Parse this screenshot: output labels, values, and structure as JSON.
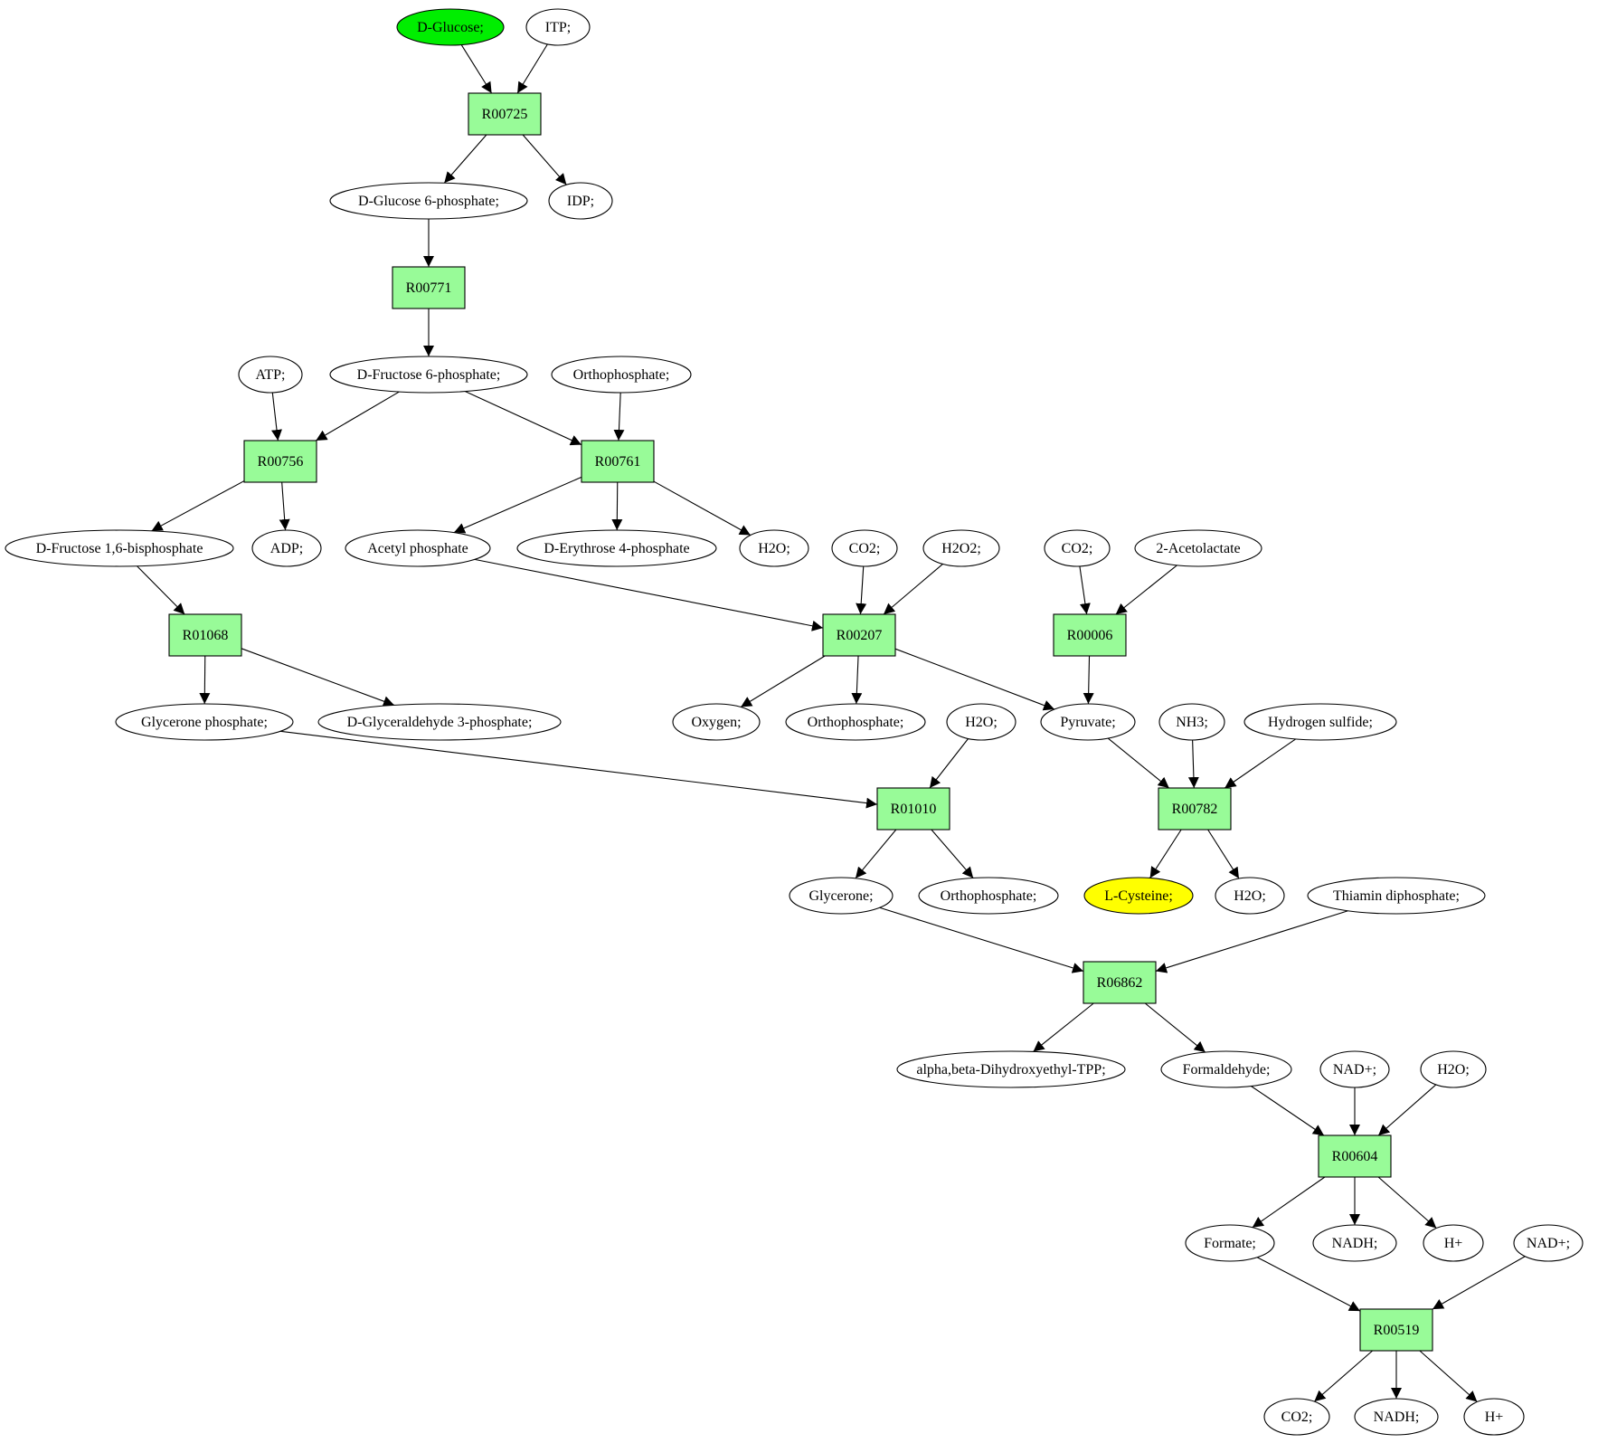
{
  "colors": {
    "reaction_fill": "#98fb98",
    "compound_fill": "#ffffff",
    "start_fill": "#00ee00",
    "target_fill": "#ffff00",
    "stroke": "#000000"
  },
  "compounds": [
    {
      "id": "c_glucose",
      "label": "D-Glucose;",
      "role": "start"
    },
    {
      "id": "c_itp",
      "label": "ITP;"
    },
    {
      "id": "c_g6p",
      "label": "D-Glucose 6-phosphate;"
    },
    {
      "id": "c_idp",
      "label": "IDP;"
    },
    {
      "id": "c_atp",
      "label": "ATP;"
    },
    {
      "id": "c_f6p",
      "label": "D-Fructose 6-phosphate;"
    },
    {
      "id": "c_pi1",
      "label": "Orthophosphate;"
    },
    {
      "id": "c_f16bp",
      "label": "D-Fructose 1,6-bisphosphate"
    },
    {
      "id": "c_adp",
      "label": "ADP;"
    },
    {
      "id": "c_acp",
      "label": "Acetyl phosphate"
    },
    {
      "id": "c_e4p",
      "label": "D-Erythrose 4-phosphate"
    },
    {
      "id": "c_h2o1",
      "label": "H2O;"
    },
    {
      "id": "c_co2a",
      "label": "CO2;"
    },
    {
      "id": "c_h2o2",
      "label": "H2O2;"
    },
    {
      "id": "c_co2b",
      "label": "CO2;"
    },
    {
      "id": "c_acetolactate",
      "label": "2-Acetolactate"
    },
    {
      "id": "c_gp",
      "label": "Glycerone phosphate;"
    },
    {
      "id": "c_g3p",
      "label": "D-Glyceraldehyde 3-phosphate;"
    },
    {
      "id": "c_oxygen",
      "label": "Oxygen;"
    },
    {
      "id": "c_pi2",
      "label": "Orthophosphate;"
    },
    {
      "id": "c_h2o3",
      "label": "H2O;"
    },
    {
      "id": "c_pyruvate",
      "label": "Pyruvate;"
    },
    {
      "id": "c_nh3",
      "label": "NH3;"
    },
    {
      "id": "c_h2s",
      "label": "Hydrogen sulfide;"
    },
    {
      "id": "c_glycerone",
      "label": "Glycerone;"
    },
    {
      "id": "c_pi3",
      "label": "Orthophosphate;"
    },
    {
      "id": "c_cys",
      "label": "L-Cysteine;",
      "role": "target"
    },
    {
      "id": "c_h2o4",
      "label": "H2O;"
    },
    {
      "id": "c_tpp",
      "label": "Thiamin diphosphate;"
    },
    {
      "id": "c_dhetpp",
      "label": "alpha,beta-Dihydroxyethyl-TPP;"
    },
    {
      "id": "c_formaldehyde",
      "label": "Formaldehyde;"
    },
    {
      "id": "c_nad1",
      "label": "NAD+;"
    },
    {
      "id": "c_h2o5",
      "label": "H2O;"
    },
    {
      "id": "c_formate",
      "label": "Formate;"
    },
    {
      "id": "c_nadh1",
      "label": "NADH;"
    },
    {
      "id": "c_h1",
      "label": "H+"
    },
    {
      "id": "c_nad2",
      "label": "NAD+;"
    },
    {
      "id": "c_co2c",
      "label": "CO2;"
    },
    {
      "id": "c_nadh2",
      "label": "NADH;"
    },
    {
      "id": "c_h2",
      "label": "H+"
    }
  ],
  "reactions": [
    {
      "id": "r_R00725",
      "label": "R00725"
    },
    {
      "id": "r_R00771",
      "label": "R00771"
    },
    {
      "id": "r_R00756",
      "label": "R00756"
    },
    {
      "id": "r_R00761",
      "label": "R00761"
    },
    {
      "id": "r_R01068",
      "label": "R01068"
    },
    {
      "id": "r_R00207",
      "label": "R00207"
    },
    {
      "id": "r_R00006",
      "label": "R00006"
    },
    {
      "id": "r_R01010",
      "label": "R01010"
    },
    {
      "id": "r_R00782",
      "label": "R00782"
    },
    {
      "id": "r_R06862",
      "label": "R06862"
    },
    {
      "id": "r_R00604",
      "label": "R00604"
    },
    {
      "id": "r_R00519",
      "label": "R00519"
    }
  ],
  "edges": [
    [
      "c_glucose",
      "r_R00725"
    ],
    [
      "c_itp",
      "r_R00725"
    ],
    [
      "r_R00725",
      "c_g6p"
    ],
    [
      "r_R00725",
      "c_idp"
    ],
    [
      "c_g6p",
      "r_R00771"
    ],
    [
      "r_R00771",
      "c_f6p"
    ],
    [
      "c_atp",
      "r_R00756"
    ],
    [
      "c_f6p",
      "r_R00756"
    ],
    [
      "c_f6p",
      "r_R00761"
    ],
    [
      "c_pi1",
      "r_R00761"
    ],
    [
      "r_R00756",
      "c_f16bp"
    ],
    [
      "r_R00756",
      "c_adp"
    ],
    [
      "r_R00761",
      "c_acp"
    ],
    [
      "r_R00761",
      "c_e4p"
    ],
    [
      "r_R00761",
      "c_h2o1"
    ],
    [
      "c_f16bp",
      "r_R01068"
    ],
    [
      "r_R01068",
      "c_gp"
    ],
    [
      "r_R01068",
      "c_g3p"
    ],
    [
      "c_acp",
      "r_R00207"
    ],
    [
      "c_co2a",
      "r_R00207"
    ],
    [
      "c_h2o2",
      "r_R00207"
    ],
    [
      "r_R00207",
      "c_oxygen"
    ],
    [
      "r_R00207",
      "c_pi2"
    ],
    [
      "r_R00207",
      "c_pyruvate"
    ],
    [
      "c_co2b",
      "r_R00006"
    ],
    [
      "c_acetolactate",
      "r_R00006"
    ],
    [
      "r_R00006",
      "c_pyruvate"
    ],
    [
      "c_gp",
      "r_R01010"
    ],
    [
      "c_h2o3",
      "r_R01010"
    ],
    [
      "r_R01010",
      "c_glycerone"
    ],
    [
      "r_R01010",
      "c_pi3"
    ],
    [
      "c_pyruvate",
      "r_R00782"
    ],
    [
      "c_nh3",
      "r_R00782"
    ],
    [
      "c_h2s",
      "r_R00782"
    ],
    [
      "r_R00782",
      "c_cys"
    ],
    [
      "r_R00782",
      "c_h2o4"
    ],
    [
      "c_glycerone",
      "r_R06862"
    ],
    [
      "c_tpp",
      "r_R06862"
    ],
    [
      "r_R06862",
      "c_dhetpp"
    ],
    [
      "r_R06862",
      "c_formaldehyde"
    ],
    [
      "c_formaldehyde",
      "r_R00604"
    ],
    [
      "c_nad1",
      "r_R00604"
    ],
    [
      "c_h2o5",
      "r_R00604"
    ],
    [
      "r_R00604",
      "c_formate"
    ],
    [
      "r_R00604",
      "c_nadh1"
    ],
    [
      "r_R00604",
      "c_h1"
    ],
    [
      "c_formate",
      "r_R00519"
    ],
    [
      "c_nad2",
      "r_R00519"
    ],
    [
      "r_R00519",
      "c_co2c"
    ],
    [
      "r_R00519",
      "c_nadh2"
    ],
    [
      "r_R00519",
      "c_h2"
    ]
  ]
}
